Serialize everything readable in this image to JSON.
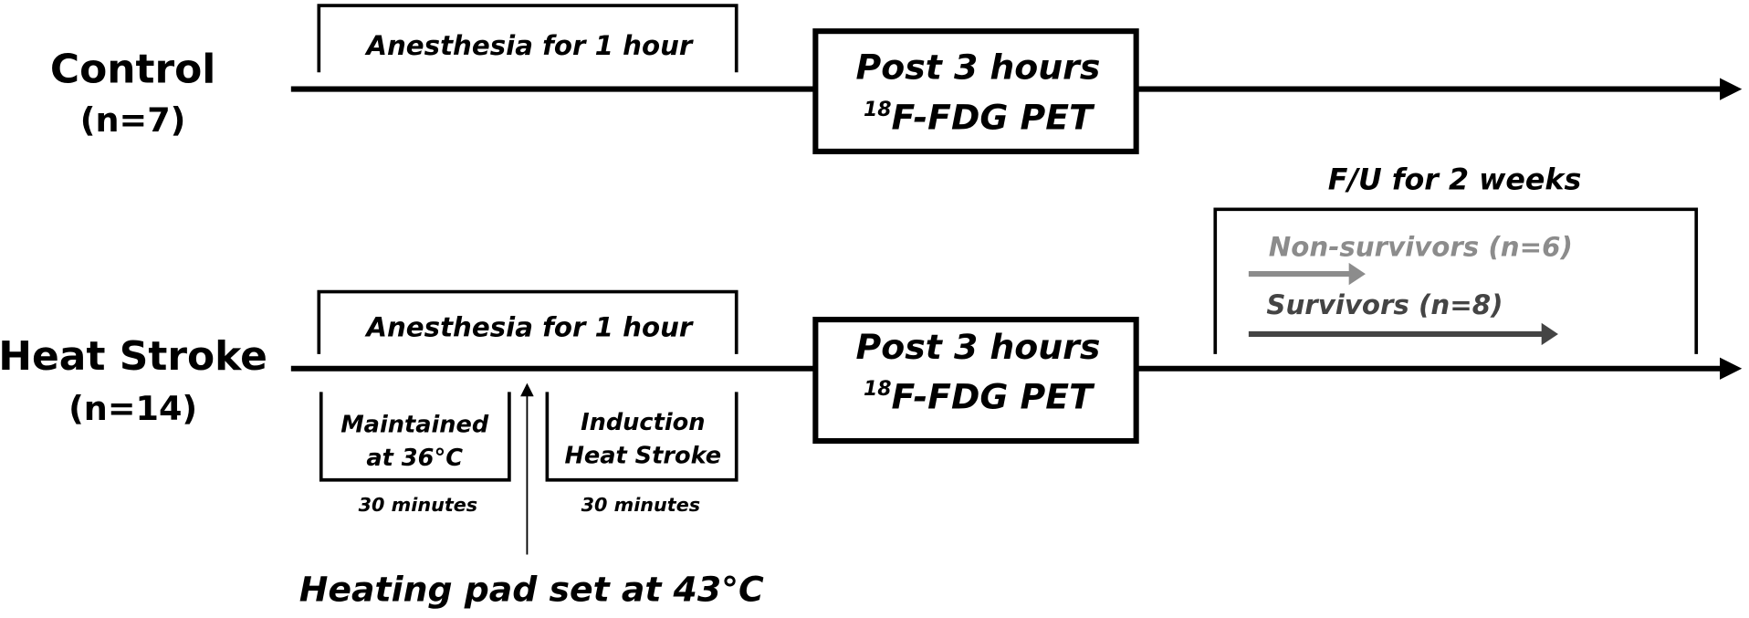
{
  "control": {
    "label": "Control",
    "n": "(n=7)",
    "anesthesia": "Anesthesia for 1 hour",
    "box_line1": "Post 3 hours",
    "box_sup": "18",
    "box_line2": "F-FDG PET"
  },
  "heat_stroke": {
    "label": "Heat Stroke",
    "n": "(n=14)",
    "anesthesia": "Anesthesia for 1 hour",
    "box_line1": "Post 3 hours",
    "box_sup": "18",
    "box_line2": "F-FDG PET",
    "phase1_line1": "Maintained",
    "phase1_line2": "at 36°C",
    "phase1_duration": "30 minutes",
    "phase2_line1": "Induction",
    "phase2_line2": "Heat Stroke",
    "phase2_duration": "30 minutes",
    "heating_pad": "Heating pad set at 43°C",
    "followup_title": "F/U for 2 weeks",
    "non_survivors": "Non-survivors (n=6)",
    "survivors": "Survivors (n=8)"
  },
  "colors": {
    "line": "#000000",
    "non_survivors": "#8c8c8c",
    "survivors": "#444444"
  }
}
